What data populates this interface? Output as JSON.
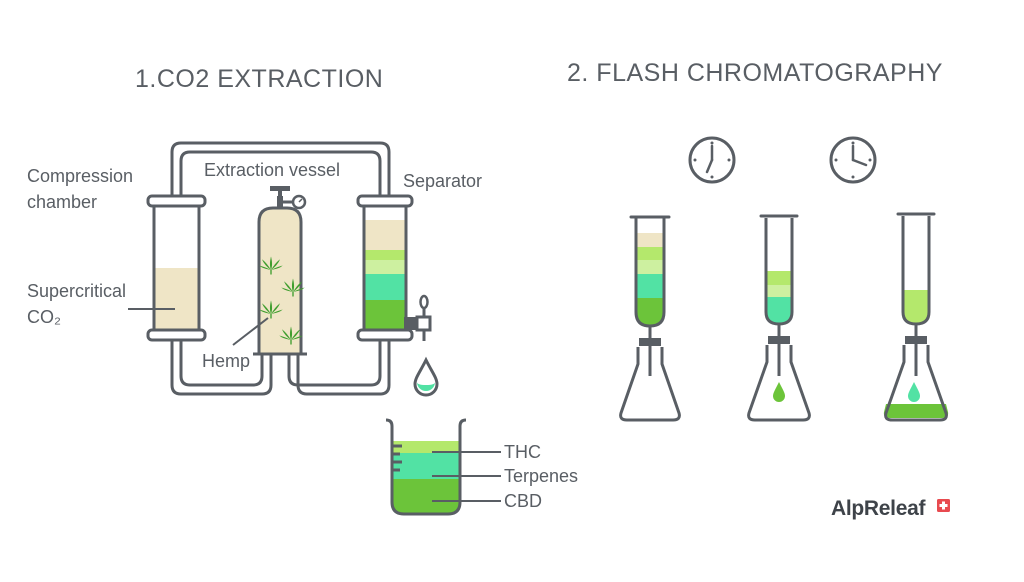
{
  "headings": {
    "co2_extraction": "1.CO2 EXTRACTION",
    "flash_chromatography": "2. FLASH CHROMATOGRAPHY"
  },
  "labels": {
    "compression_line1": "Compression",
    "compression_line2": "chamber",
    "supercritical_line1": "Supercritical",
    "supercritical_line2": "CO₂",
    "extraction_vessel": "Extraction vessel",
    "separator": "Separator",
    "hemp": "Hemp"
  },
  "beaker_layers": {
    "thc": "THC",
    "terpenes": "Terpenes",
    "cbd": "CBD"
  },
  "logo": {
    "text": "AlpReleaf",
    "badge_color": "#e84a4f"
  },
  "icons": [
    "clock-icon",
    "hemp-leaf-icon",
    "pressure-gauge-icon",
    "valve-tap-icon",
    "droplet-icon",
    "swiss-cross-icon"
  ],
  "colors": {
    "outline": "#595e64",
    "beige": "#efe5c6",
    "light_green": "#b4e86c",
    "pale_green": "#cdf0a0",
    "mint": "#52e2a4",
    "green": "#6cc43a",
    "dark_green": "#4f9a2a"
  }
}
